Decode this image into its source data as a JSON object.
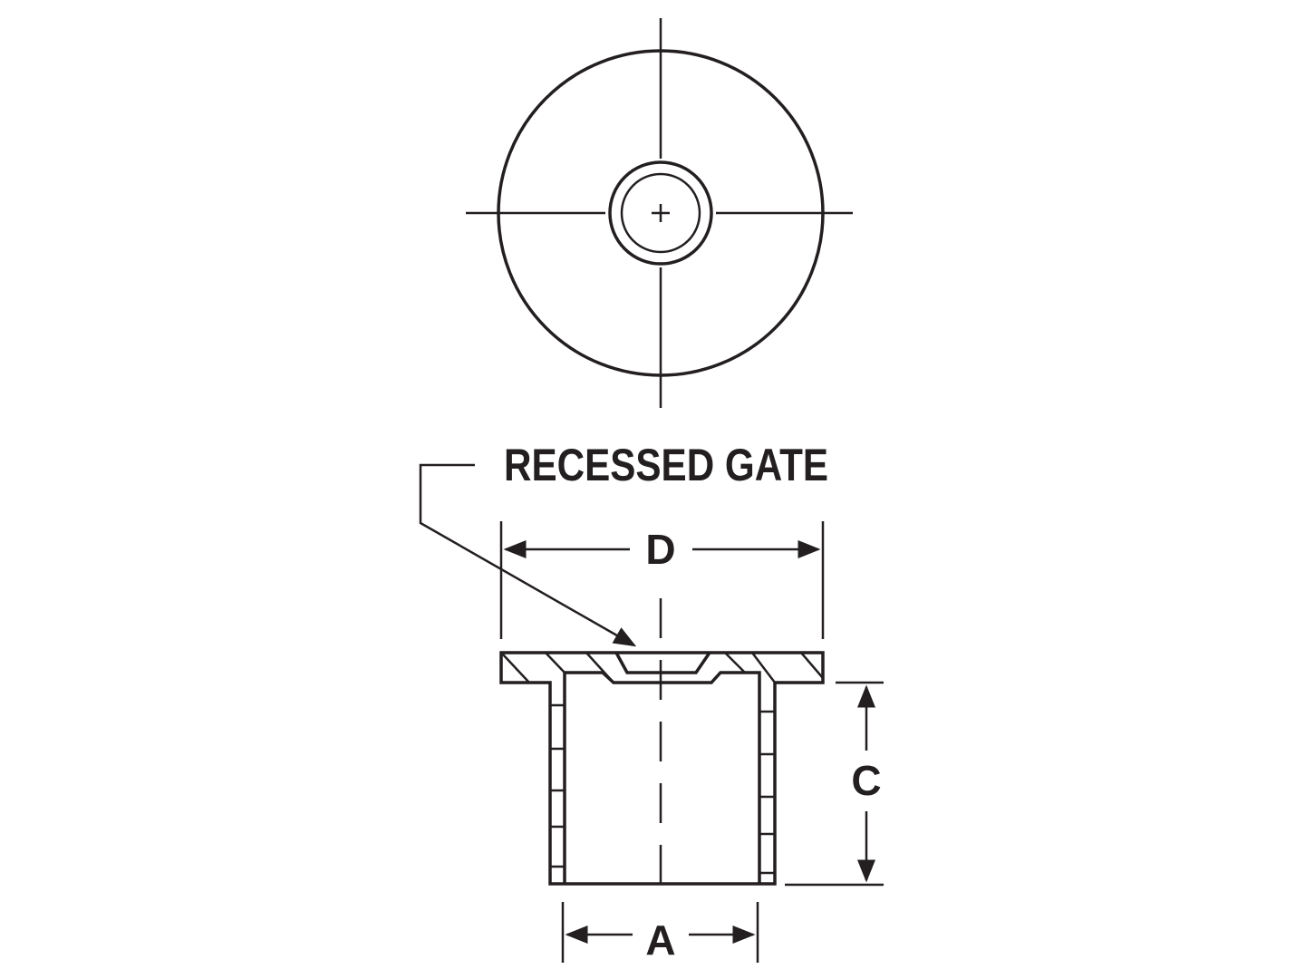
{
  "callout": {
    "label": "RECESSED GATE"
  },
  "dimensions": {
    "d": "D",
    "a": "A",
    "c": "C"
  },
  "colors": {
    "line": "#231f20",
    "background": "#ffffff"
  }
}
